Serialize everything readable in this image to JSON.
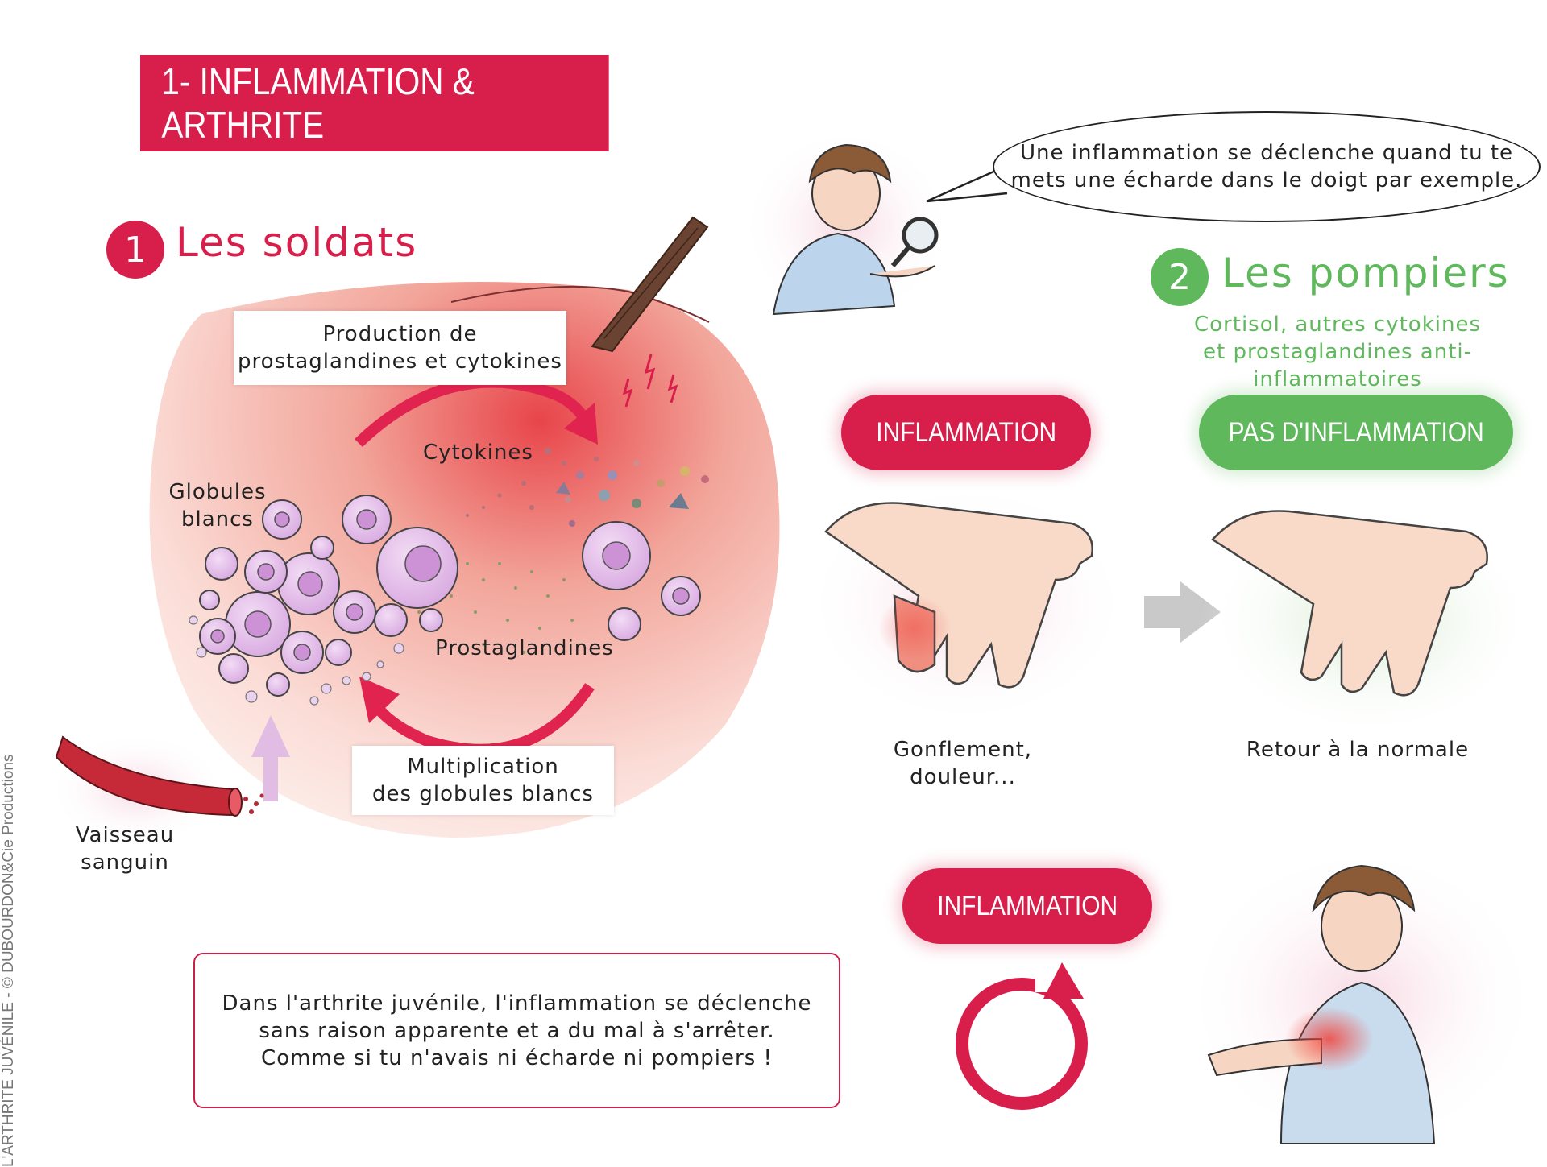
{
  "title": "1- INFLAMMATION & ARTHRITE",
  "section1": {
    "number": "1",
    "heading": "Les soldats",
    "color": "#d81e4a"
  },
  "section2": {
    "number": "2",
    "heading": "Les pompiers",
    "subtitle_line1": "Cortisol, autres cytokines",
    "subtitle_line2": "et prostaglandines anti-inflammatoires",
    "color": "#5fb85c"
  },
  "speech_bubble": {
    "line1": "Une inflammation se déclenche quand tu te",
    "line2": "mets une écharde dans le doigt par exemple."
  },
  "diagram_labels": {
    "production_line1": "Production de",
    "production_line2": "prostaglandines et cytokines",
    "cytokines": "Cytokines",
    "globules_line1": "Globules",
    "globules_line2": "blancs",
    "prostaglandines": "Prostaglandines",
    "multiplication_line1": "Multiplication",
    "multiplication_line2": "des globules blancs",
    "vaisseau_line1": "Vaisseau",
    "vaisseau_line2": "sanguin"
  },
  "pills": {
    "inflammation_top": "INFLAMMATION",
    "no_inflammation": "PAS D'INFLAMMATION",
    "inflammation_bottom": "INFLAMMATION"
  },
  "captions": {
    "inflamed_hand": "Gonflement, douleur...",
    "normal_hand": "Retour à la normale"
  },
  "info_box": {
    "line1": "Dans l'arthrite juvénile, l'inflammation se déclenche",
    "line2": "sans raison apparente et a du mal à s'arrêter.",
    "line3": "Comme si tu n'avais ni écharde ni pompiers !"
  },
  "credit": "L'ARTHRITE JUVÉNILE - © DUBOURDON&Cie Productions",
  "colors": {
    "accent_red": "#d81e4a",
    "accent_green": "#5fb85c",
    "cell_purple": "#e0b8e6"
  }
}
